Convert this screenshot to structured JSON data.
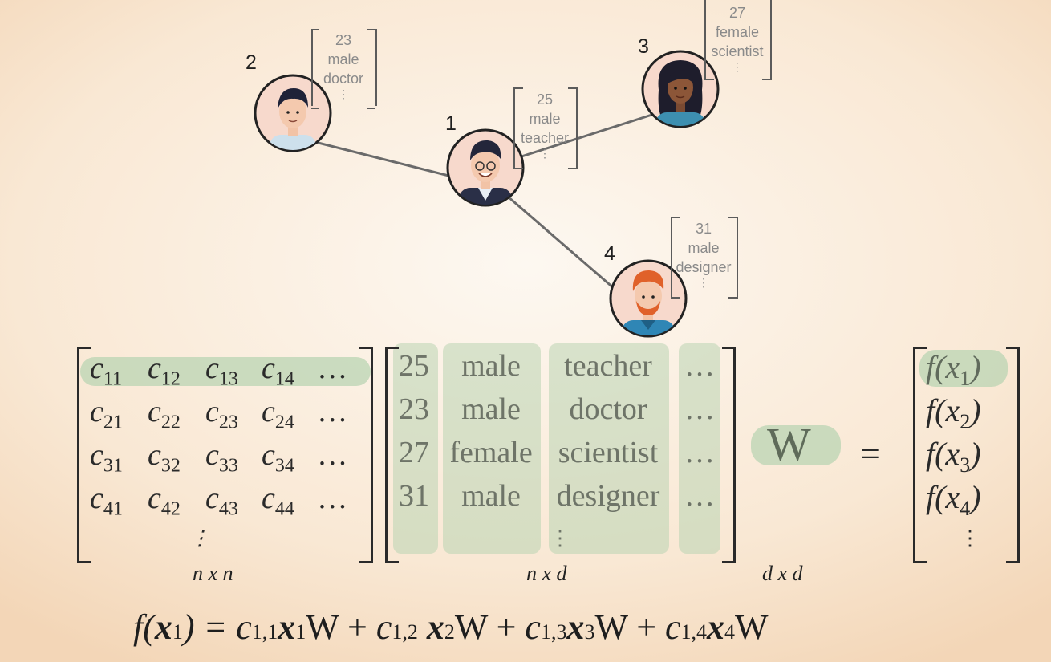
{
  "graph": {
    "nodes": [
      {
        "id": "1",
        "age": "25",
        "gender": "male",
        "job": "teacher"
      },
      {
        "id": "2",
        "age": "23",
        "gender": "male",
        "job": "doctor"
      },
      {
        "id": "3",
        "age": "27",
        "gender": "female",
        "job": "scientist"
      },
      {
        "id": "4",
        "age": "31",
        "gender": "male",
        "job": "designer"
      }
    ],
    "vdots": "⋮",
    "edge_color": "#6a6a6a"
  },
  "matrix_c": {
    "rows": [
      [
        "c11",
        "c12",
        "c13",
        "c14"
      ],
      [
        "c21",
        "c22",
        "c23",
        "c24"
      ],
      [
        "c31",
        "c32",
        "c33",
        "c34"
      ],
      [
        "c41",
        "c42",
        "c43",
        "c44"
      ]
    ],
    "hdots": "…",
    "vdots": "⋮",
    "dim": "n x n"
  },
  "matrix_x": {
    "rows": [
      [
        "25",
        "male",
        "teacher",
        "…"
      ],
      [
        "23",
        "male",
        "doctor",
        "…"
      ],
      [
        "27",
        "female",
        "scientist",
        "…"
      ],
      [
        "31",
        "male",
        "designer",
        "…"
      ]
    ],
    "vdots": "⋮",
    "dim": "n x d"
  },
  "weight": {
    "label": "W",
    "dim": "d x d"
  },
  "equals": "=",
  "result": {
    "rows": [
      "f(x1)",
      "f(x2)",
      "f(x3)",
      "f(x4)"
    ],
    "vdots": "⋮"
  },
  "formula": "f(x1) = c1,1x1W + c1,2 x2W + c1,3x3W + c1,4x4W",
  "colors": {
    "highlight": "#b9d4b3",
    "bracket": "#2a2a2a"
  }
}
